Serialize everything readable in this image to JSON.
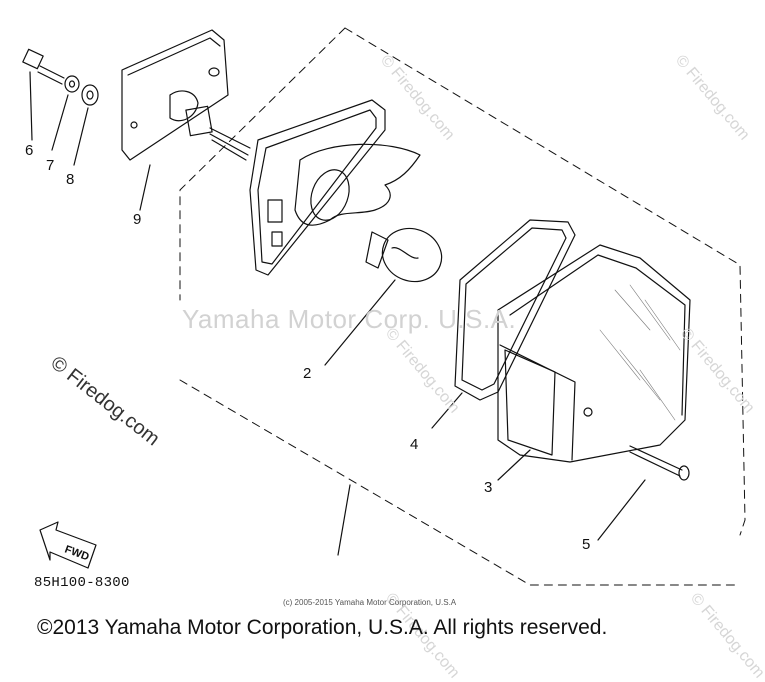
{
  "callouts": {
    "c2": "2",
    "c3": "3",
    "c4": "4",
    "c5": "5",
    "c6": "6",
    "c7": "7",
    "c8": "8",
    "c9": "9"
  },
  "fwd_label": "FWD",
  "part_code": "85H100-8300",
  "small_copyright": "(c) 2005-2015 Yamaha Motor Corporation, U.S.A",
  "footer_copyright": "©2013 Yamaha Motor Corporation, U.S.A. All rights reserved.",
  "watermarks": {
    "center": "Yamaha Motor Corp. U.S.A.",
    "left": "© Firedog.com",
    "firedog": "© Firedog.com"
  }
}
